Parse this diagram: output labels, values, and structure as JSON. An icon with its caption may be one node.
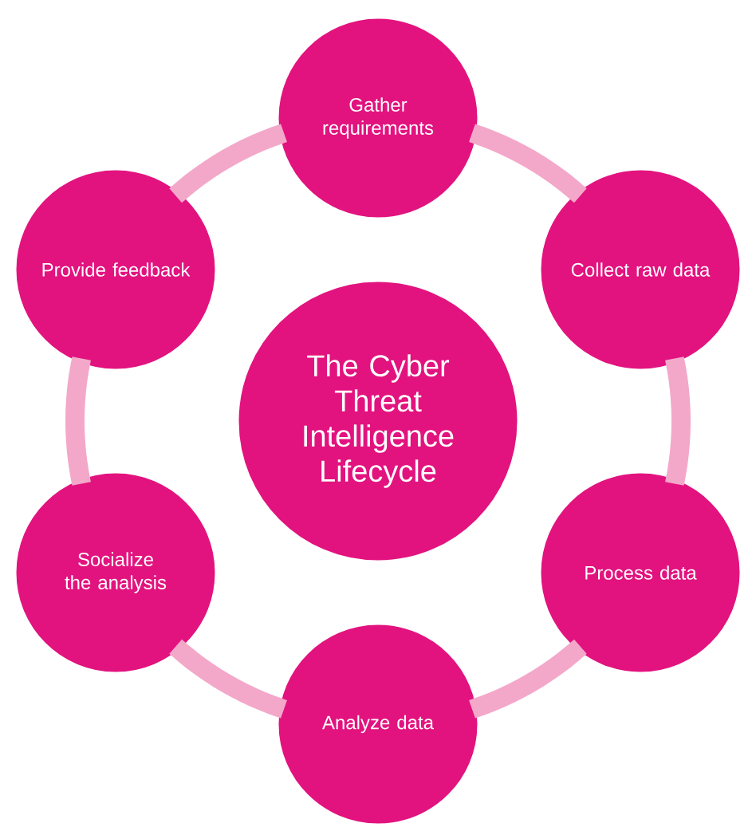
{
  "diagram": {
    "nodes": [
      {
        "text": [
          "The Cyber Threat Intelligence Lifecycle"
        ]
      },
      {
        "text": [
          "Gather requirements"
        ]
      },
      {
        "text": [
          "Collect raw data"
        ]
      },
      {
        "text": [
          "Process data"
        ]
      },
      {
        "text": [
          "Analyze data"
        ]
      },
      {
        "text": [
          "Socialize the analysis"
        ]
      },
      {
        "text": [
          "Provide feedback"
        ]
      }
    ],
    "edges": [
      {
        "from": 1,
        "to": 2,
        "arrow": "none"
      },
      {
        "from": 2,
        "to": 3,
        "arrow": "none"
      },
      {
        "from": 3,
        "to": 4,
        "arrow": "none"
      },
      {
        "from": 4,
        "to": 5,
        "arrow": "none"
      },
      {
        "from": 5,
        "to": 6,
        "arrow": "none"
      },
      {
        "from": 6,
        "to": 1,
        "arrow": "none"
      }
    ]
  }
}
